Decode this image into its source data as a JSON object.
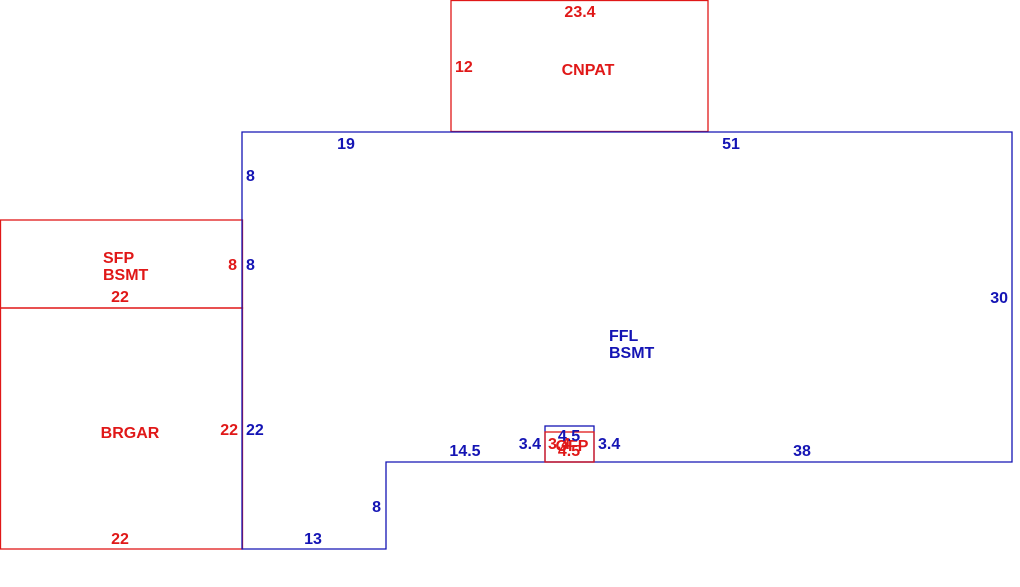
{
  "colors": {
    "main": "#1414b4",
    "accessory": "#e01818",
    "background": "#ffffff"
  },
  "areas": {
    "cnpat": {
      "name": "CNPAT",
      "dims": {
        "top": "23.4",
        "left": "12"
      }
    },
    "ffl": {
      "name_line1": "FFL",
      "name_line2": "BSMT",
      "dims": {
        "top_left": "19",
        "top_right": "51",
        "left_upper": "8",
        "left_middle": "8",
        "left_lower": "22",
        "right": "30",
        "bottom_right": "38",
        "bottom_middle": "14.5",
        "step_vertical": "8",
        "bottom_left": "13"
      }
    },
    "sfp": {
      "name_line1": "SFP",
      "name_line2": "BSMT",
      "dims": {
        "right": "8",
        "bottom": "22"
      }
    },
    "brgar": {
      "name": "BRGAR",
      "dims": {
        "right": "22",
        "bottom": "22"
      }
    },
    "small_porch": {
      "name": "OFP",
      "dims": {
        "top": "4.5",
        "bottom": "4.5",
        "left_outer": "3.4",
        "left_inner": "3.4",
        "right_outer": "3.4"
      }
    }
  }
}
